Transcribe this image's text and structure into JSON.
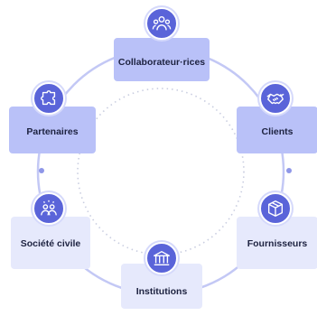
{
  "colors": {
    "accent": "#5a64d9",
    "box": "#e6e9fc",
    "box_active": "#b9c1f8",
    "ring": "#c3c8f5"
  },
  "nodes": [
    {
      "id": "collaborateurs",
      "label": "Collaborateur·rices",
      "icon": "people-group-icon",
      "active": true
    },
    {
      "id": "clients",
      "label": "Clients",
      "icon": "handshake-icon",
      "active": true
    },
    {
      "id": "fournisseurs",
      "label": "Fournisseurs",
      "icon": "box-icon",
      "active": false
    },
    {
      "id": "institutions",
      "label": "Institutions",
      "icon": "bank-icon",
      "active": false
    },
    {
      "id": "societe_civile",
      "label": "Société civile",
      "icon": "community-icon",
      "active": false
    },
    {
      "id": "partenaires",
      "label": "Partenaires",
      "icon": "puzzle-icon",
      "active": true
    }
  ]
}
